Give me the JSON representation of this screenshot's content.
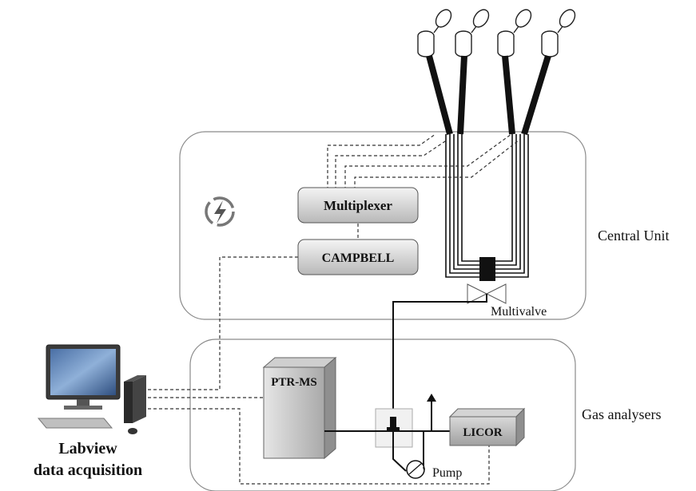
{
  "sections": {
    "central_unit": "Central Unit",
    "gas_analysers": "Gas analysers"
  },
  "components": {
    "multiplexer": "Multiplexer",
    "campbell": "CAMPBELL",
    "ptrms": "PTR-MS",
    "licor": "LICOR",
    "multivalve": "Multivalve",
    "pump": "Pump"
  },
  "computer": {
    "label_line1": "Labview",
    "label_line2": "data acquisition"
  },
  "icons": {
    "power": "power-bolt-icon",
    "chamber": "chamber-icon",
    "computer": "desktop-computer-icon"
  }
}
